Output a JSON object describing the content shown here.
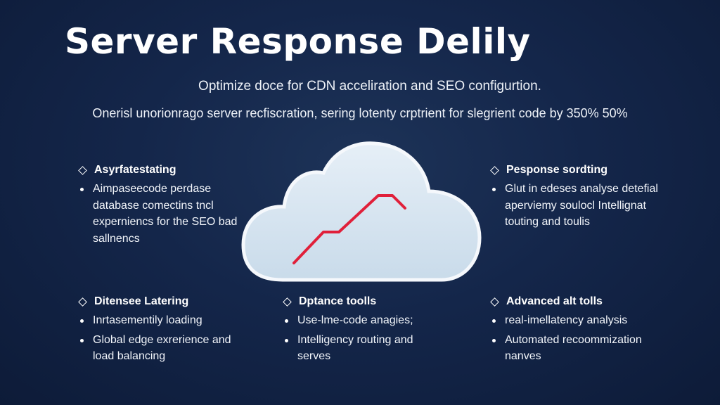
{
  "title": "Server Response Delily",
  "subtitle": "Optimize doce for CDN acceliration and SEO configurtion.",
  "description": "Onerisl unorionrago server recfiscration, sering lotenty crptrient for slegrient code by 350% 50%",
  "sections": [
    {
      "heading": "Asyrfatestating",
      "bullets": [
        "Aimpaseecode perdase database comectins tncl experniencs for the SEO bad sallnencs"
      ]
    },
    {
      "heading": "Pesponse sordting",
      "bullets": [
        "Glut in edeses analyse detefial aperviemy soulocl Intellignat touting and toulis"
      ]
    },
    {
      "heading": "Ditensee Latering",
      "bullets": [
        "Inrtasementily loading",
        "Global edge exrerience and load balancing"
      ]
    },
    {
      "heading": "Dptance toolls",
      "bullets": [
        "Use-lme-code anagies;",
        "Intelligency routing and serves"
      ]
    },
    {
      "heading": "Advanced alt tolls",
      "bullets": [
        "real-imellatency analysis",
        "Automated recoommization nanves"
      ]
    }
  ],
  "colors": {
    "background": "#14264a",
    "cloud_fill": "#d7e6f2",
    "line": "#e0203a"
  },
  "icons": [
    "diamond-icon",
    "bullet-dot-icon",
    "cloud-icon"
  ]
}
